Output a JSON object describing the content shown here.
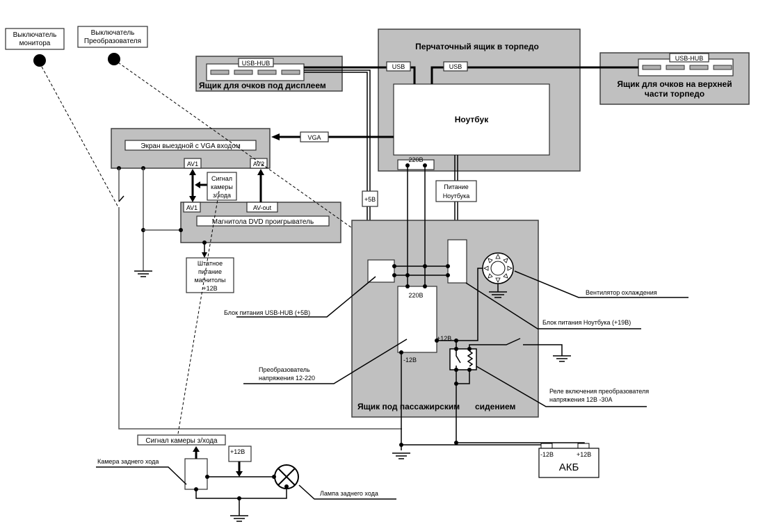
{
  "switches": {
    "monitor": "Выключатель монитора",
    "monitor_line1": "Выключатель",
    "monitor_line2": "монитора",
    "converter_line1": "Выключатель",
    "converter_line2": "Преобразователя"
  },
  "boxes": {
    "glovebox_title": "Перчаточный ящик  в торпедо",
    "notebook": "Ноутбук",
    "display_box": "Ящик для очков под  дисплеем",
    "top_box_line1": "Ящик для очков  на верхней",
    "top_box_line2": "части торпедо",
    "usb_hub": "USB-HUB",
    "usb": "USB",
    "vga": "VGA",
    "screen": "Экран выездной  с VGA входом",
    "av1": "AV1",
    "av2": "AV2",
    "av_out": "AV-out",
    "dvd": "Магнитола DVD проигрыватель",
    "camera_signal_1": "Сигнал",
    "camera_signal_2": "камеры",
    "camera_signal_3": "з/хода",
    "std_power_1": "Штатное",
    "std_power_2": "питание",
    "std_power_3": "магнитолы",
    "std_power_4": "+12В",
    "plus5": "+5В",
    "v220": "220В",
    "nb_power_1": "Питание",
    "nb_power_2": "Ноутбука",
    "seat_box_1": "Ящик под пассажирским",
    "seat_box_2": "сидением",
    "plus12": "+12В",
    "minus12": "-12В",
    "camera_signal_full": "Сигнал камеры з/хода",
    "akb": "АКБ"
  },
  "callouts": {
    "fan": "Вентилятор охлаждения",
    "nb_psu": "Блок питания  Ноутбука (+19В)",
    "usb_psu": "Блок питания  USB-HUB (+5В)",
    "converter_1": "Преобразователь",
    "converter_2": "напряжения  12-220",
    "relay_1": "Реле включения  преобразователя",
    "relay_2": "напряжения 12В -30А",
    "rear_camera": "Камера заднего хода",
    "rear_lamp": "Лампа заднего хода"
  }
}
